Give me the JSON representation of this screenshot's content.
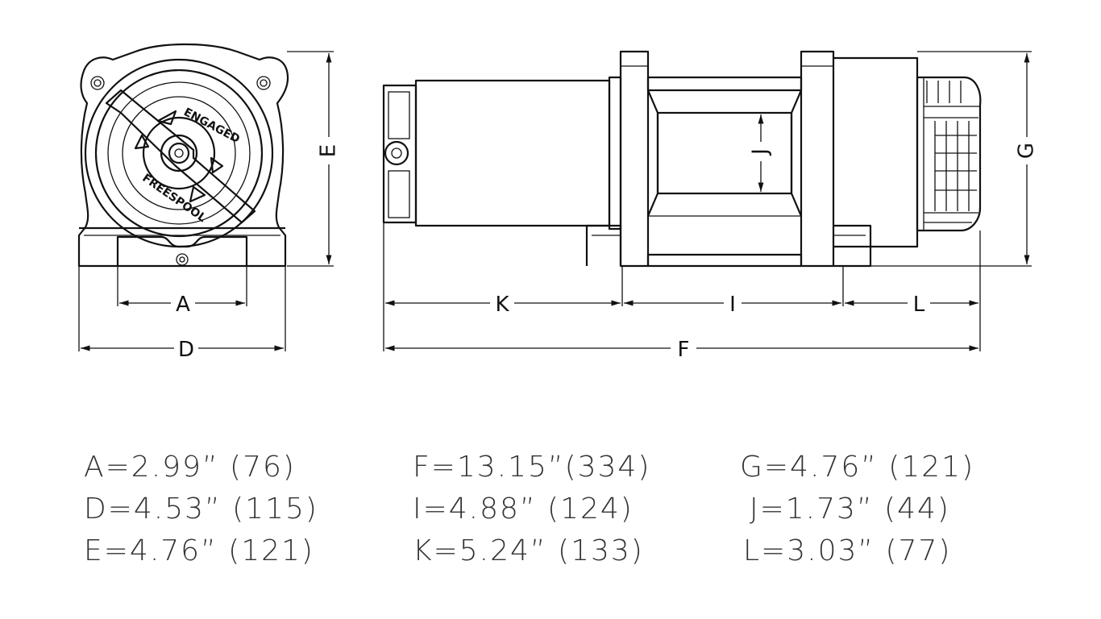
{
  "labels": {
    "A": "A",
    "D": "D",
    "E": "E",
    "F": "F",
    "G": "G",
    "I": "I",
    "J": "J",
    "K": "K",
    "L": "L"
  },
  "knob": {
    "engaged": "ENGAGED",
    "freespool": "FREESPOOL"
  },
  "specs": {
    "col1": [
      "A=2.99”  (76)",
      "D=4.53”  (115)",
      "E=4.76”  (121)"
    ],
    "col2": [
      "F=13.15”(334)",
      "I=4.88”  (124)",
      "K=5.24”  (133)"
    ],
    "col3": [
      "G=4.76”  (121)",
      "J=1.73”  (44)",
      "L=3.03”  (77)"
    ]
  }
}
